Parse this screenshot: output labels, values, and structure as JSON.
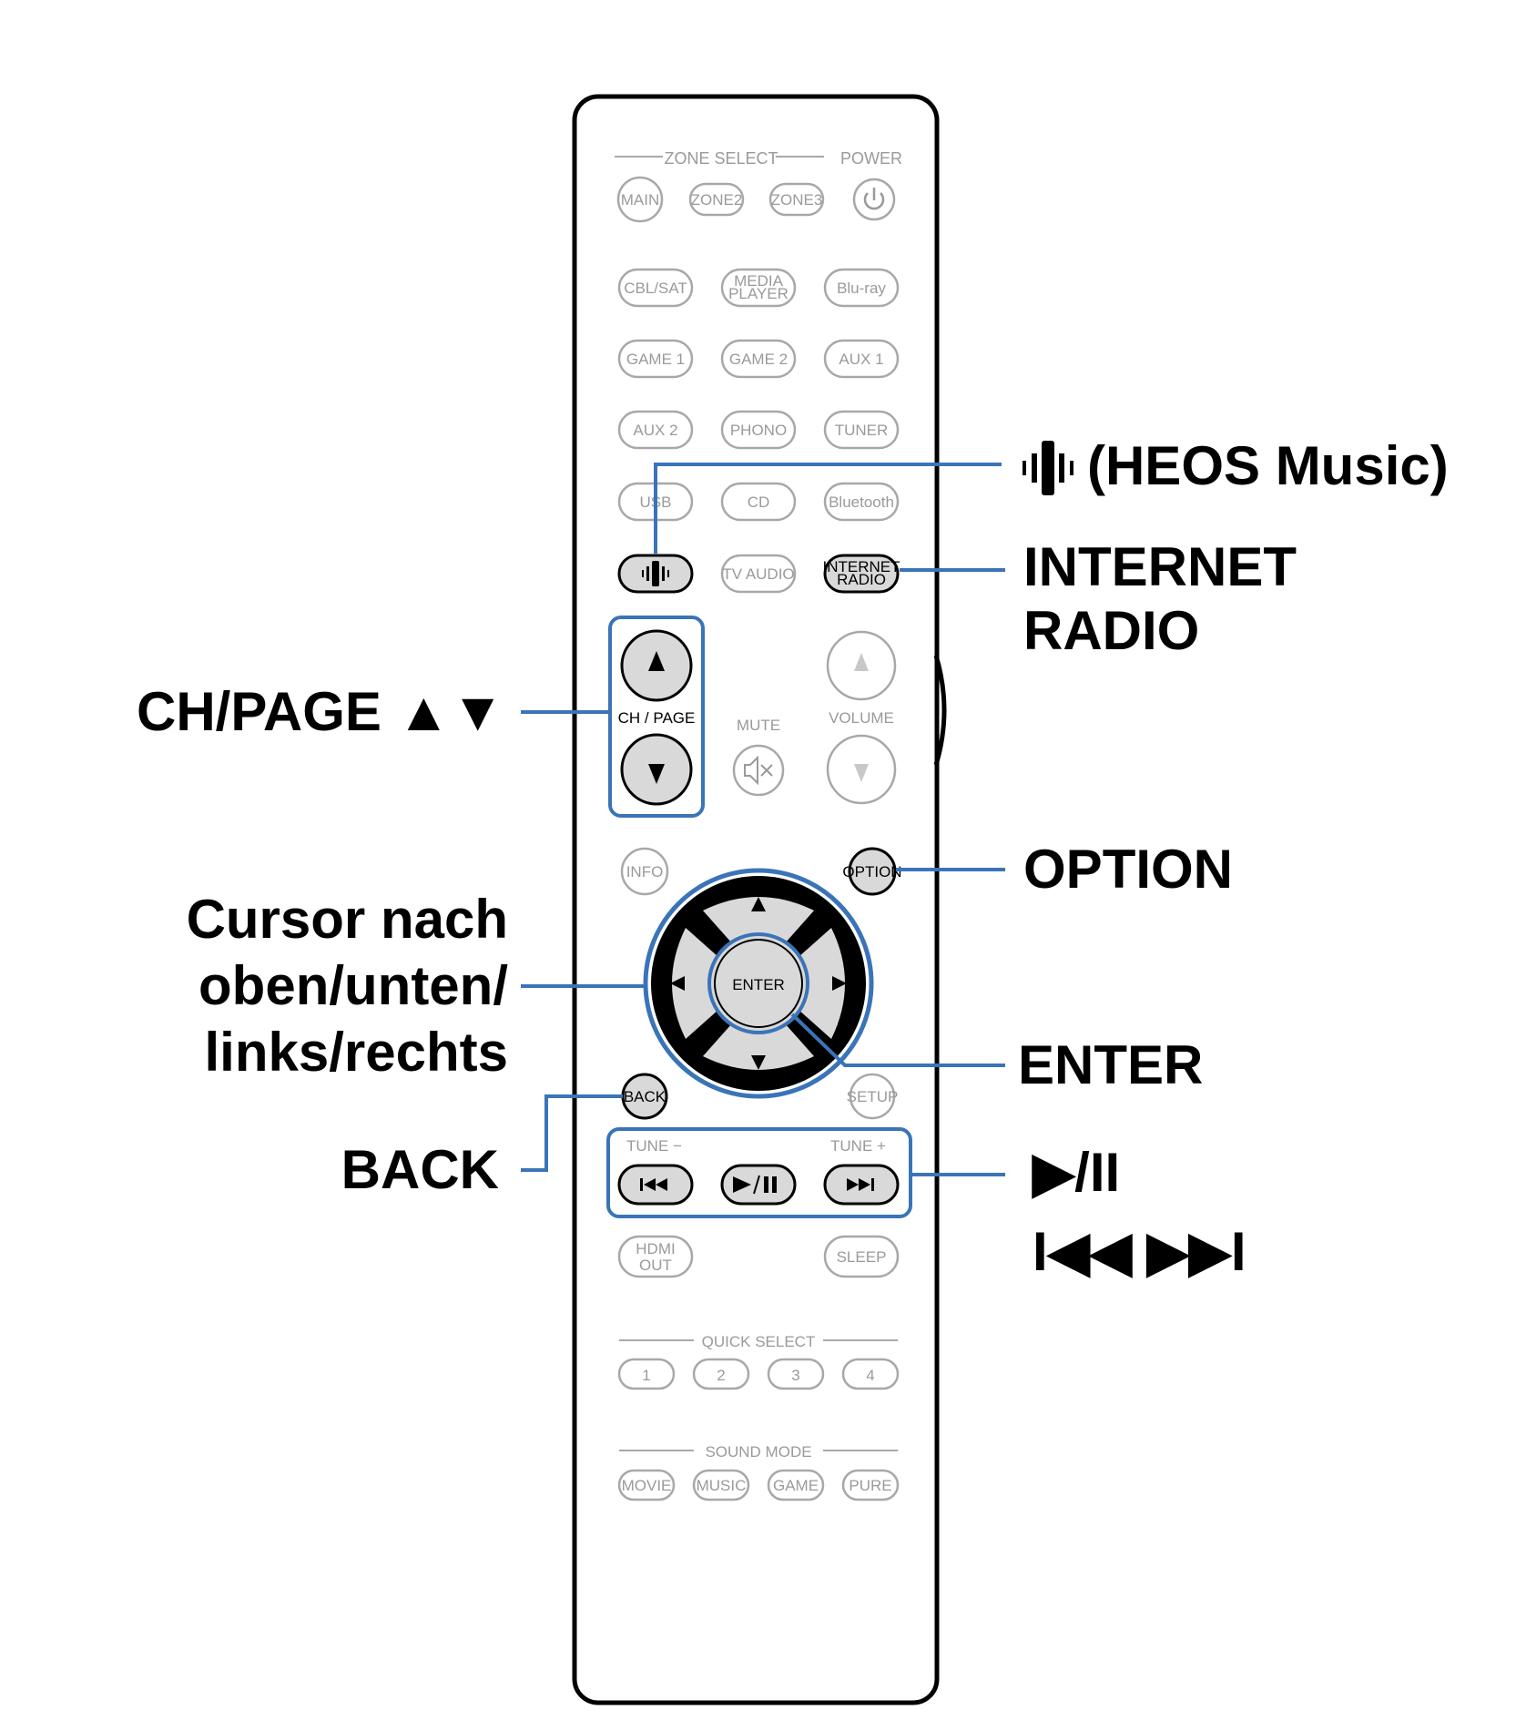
{
  "remote": {
    "zone_select_label": "ZONE SELECT",
    "power_label": "POWER",
    "zone_buttons": [
      "MAIN",
      "ZONE2",
      "ZONE3"
    ],
    "source_rows": [
      [
        "CBL/SAT",
        "MEDIA PLAYER",
        "Blu-ray"
      ],
      [
        "GAME 1",
        "GAME 2",
        "AUX 1"
      ],
      [
        "AUX 2",
        "PHONO",
        "TUNER"
      ],
      [
        "USB",
        "CD",
        "Bluetooth"
      ]
    ],
    "tv_audio": "TV AUDIO",
    "internet_radio_line1": "INTERNET",
    "internet_radio_line2": "RADIO",
    "ch_page": "CH / PAGE",
    "mute": "MUTE",
    "volume": "VOLUME",
    "info": "INFO",
    "option": "OPTION",
    "enter": "ENTER",
    "back": "BACK",
    "setup": "SETUP",
    "tune_minus": "TUNE −",
    "tune_plus": "TUNE +",
    "hdmi_out_line1": "HDMI",
    "hdmi_out_line2": "OUT",
    "sleep": "SLEEP",
    "quick_select": "QUICK SELECT",
    "quick_buttons": [
      "1",
      "2",
      "3",
      "4"
    ],
    "sound_mode": "SOUND MODE",
    "sound_buttons": [
      "MOVIE",
      "MUSIC",
      "GAME",
      "PURE"
    ]
  },
  "callouts": {
    "heos": "(HEOS Music)",
    "internet_radio_1": "INTERNET",
    "internet_radio_2": "RADIO",
    "ch_page": "CH/PAGE ▲▼",
    "option": "OPTION",
    "cursor_1": "Cursor nach",
    "cursor_2": "oben/unten/",
    "cursor_3": "links/rechts",
    "enter": "ENTER",
    "back": "BACK",
    "play_pause": "▶/II",
    "skip": "I◀◀ ▶▶I"
  },
  "colors": {
    "accent": "#3a74b8",
    "dimmed": "#a8a8a8",
    "active_fill": "#d9d9d9"
  }
}
